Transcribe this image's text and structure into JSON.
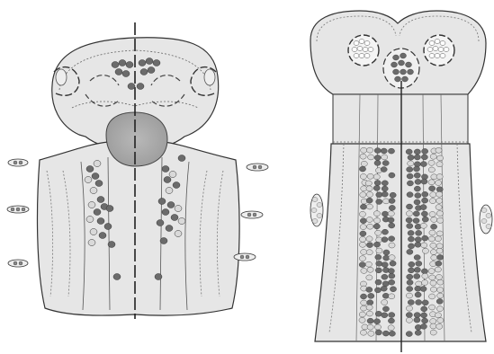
{
  "figure": {
    "panels": [
      {
        "id": "left",
        "description_key": "transverse"
      },
      {
        "id": "right",
        "description_key": "longitudinal"
      }
    ],
    "colors": {
      "background": "#ffffff",
      "tissue_fill": "#e6e6e6",
      "outline": "#333333",
      "dashed_outline": "#666666",
      "cell_dark": "#6b6b6b",
      "cell_light": "#d9d9d9",
      "center_body": "#a9a9a9",
      "axis_line": "#222222"
    }
  }
}
